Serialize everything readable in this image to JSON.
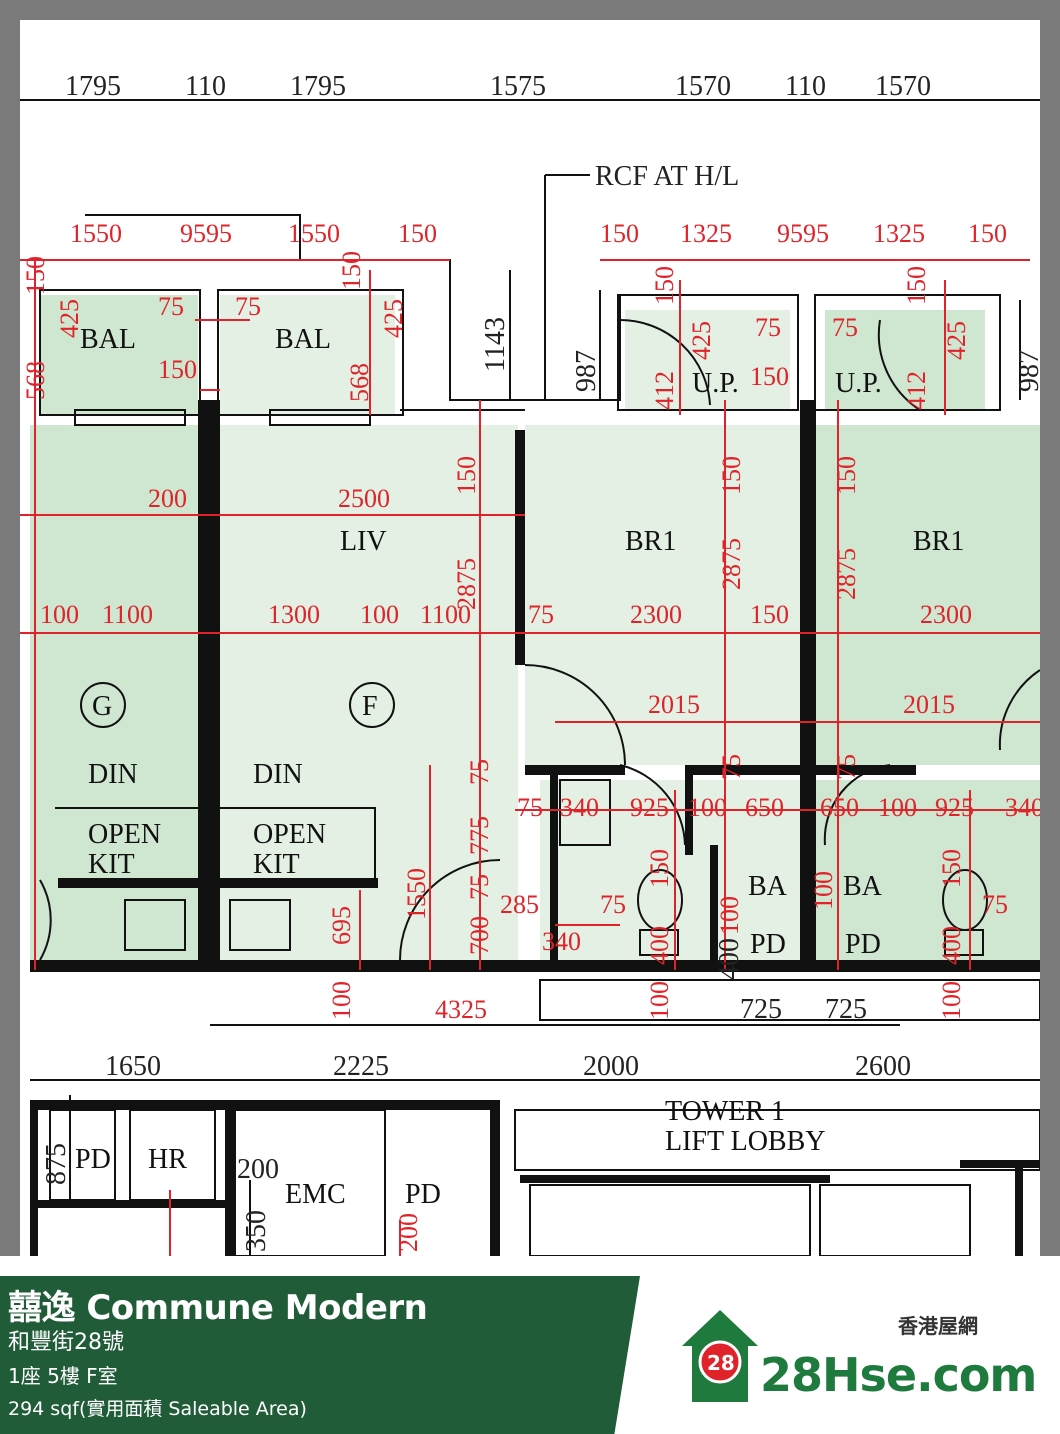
{
  "plan": {
    "top_dims": [
      "1795",
      "110",
      "1795",
      "1575",
      "1570",
      "110",
      "1570"
    ],
    "note": "RCF AT H/L",
    "second_dims_left": [
      "1550",
      "9595",
      "1550",
      "150"
    ],
    "second_dims_right": [
      "150",
      "1325",
      "9595",
      "1325",
      "150"
    ],
    "rooms": {
      "bal": "BAL",
      "liv": "LIV",
      "br1": "BR1",
      "din": "DIN",
      "open_kit_1": "OPEN",
      "open_kit_2": "KIT",
      "up": "U.P.",
      "ba": "BA",
      "pd": "PD",
      "hr": "HR",
      "emc": "EMC",
      "lobby_1": "TOWER 1",
      "lobby_2": "LIFT LOBBY"
    },
    "unit_marks": [
      "G",
      "F"
    ],
    "dims": {
      "d150": "150",
      "d425": "425",
      "d568": "568",
      "d75": "75",
      "d1143": "1143",
      "d987": "987",
      "d412": "412",
      "d200": "200",
      "d2500": "2500",
      "d2875": "2875",
      "d100": "100",
      "d1100": "1100",
      "d1300": "1300",
      "d2300": "2300",
      "d2015": "2015",
      "d340": "340",
      "d925": "925",
      "d650": "650",
      "d775": "775",
      "d1550": "1550",
      "d700": "700",
      "d695": "695",
      "d285": "285",
      "d400": "400",
      "d4325": "4325",
      "d725": "725",
      "d1650": "1650",
      "d2225": "2225",
      "d2000": "2000",
      "d2600": "2600",
      "d875": "875",
      "d350": "350"
    }
  },
  "footer": {
    "title": "囍逸 Commune Modern",
    "address": "和豐街28號",
    "unit": "1座 5樓 F室",
    "area": "294 sqf(實用面積 Saleable Area)",
    "brand_sub": "香港屋網",
    "brand_name": "28Hse.com",
    "logo_num": "28"
  },
  "colors": {
    "room_fill": "#cfe6d0",
    "liv_fill": "#e3f0e3",
    "dim": "#e0232a",
    "footer_green": "#1f5c37",
    "brand_green": "#1f7a3d"
  }
}
